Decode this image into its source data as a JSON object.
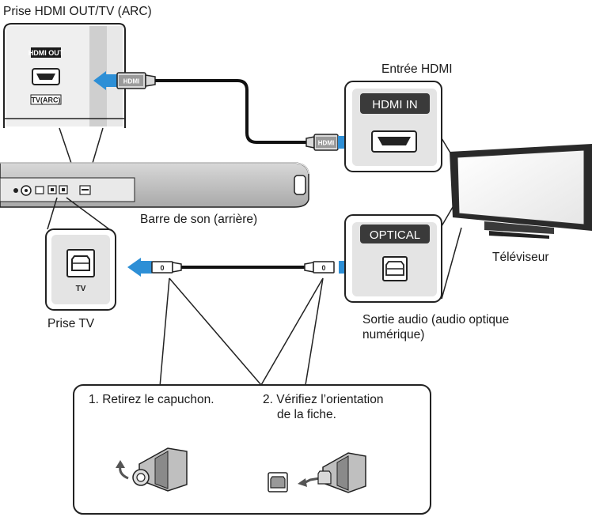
{
  "labels": {
    "hdmi_out_jack": "Prise HDMI OUT/TV (ARC)",
    "hdmi_input": "Entrée HDMI",
    "soundbar": "Barre de son (arrière)",
    "tv_jack": "Prise TV",
    "tv": "Téléviseur",
    "audio_out_line1": "Sortie audio (audio optique",
    "audio_out_line2": "numérique)"
  },
  "port_labels": {
    "hdmi_out": "HDMI OUT",
    "tv_arc": "TV(ARC)",
    "hdmi_in": "HDMI IN",
    "optical": "OPTICAL",
    "tv": "TV",
    "plug_hdmi": "HDMI"
  },
  "steps": {
    "step1": "1. Retirez le capuchon.",
    "step2_line1": "2. Vérifiez l’orientation",
    "step2_line2": "de la fiche."
  },
  "colors": {
    "arrow_blue": "#2d8fd6",
    "outline": "#222222",
    "panel_gray": "#e4e4e4",
    "soundbar_gray": "#c8c8c8"
  }
}
